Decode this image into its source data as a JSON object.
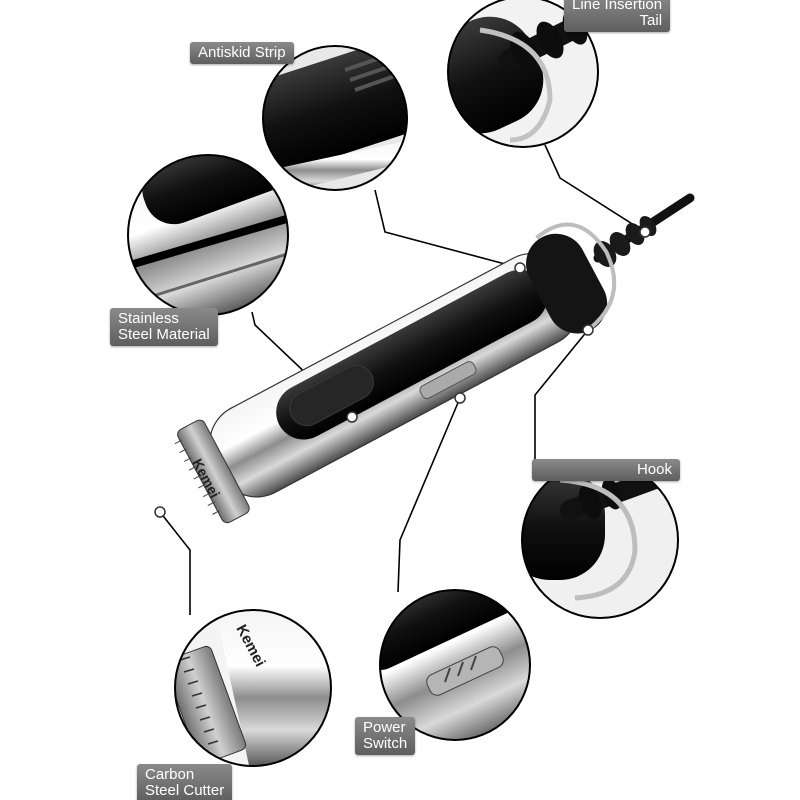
{
  "labels": {
    "line_insertion_tail": "Line Insertion\nTail",
    "antiskid_strip": "Antiskid Strip",
    "stainless_steel": "Stainless\nSteel Material",
    "hook": "Hook",
    "power_switch": "Power\nSwitch",
    "carbon_steel_cutter": "Carbon\nSteel Cutter"
  },
  "brand": "Kemei"
}
